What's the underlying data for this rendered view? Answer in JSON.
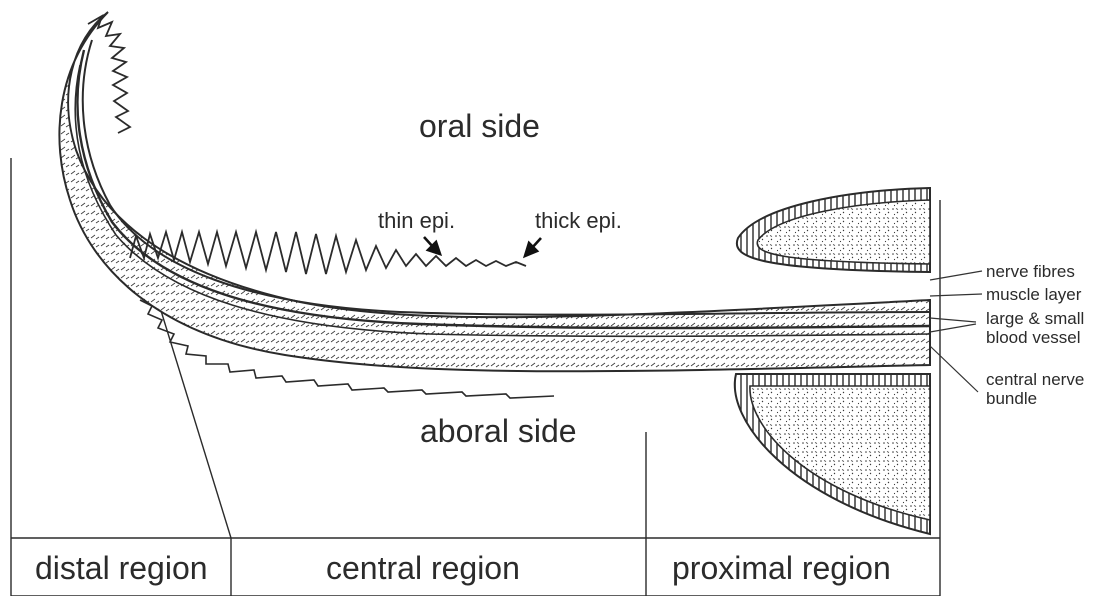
{
  "labels": {
    "oral_side": "oral side",
    "aboral_side": "aboral side",
    "thin_epi": "thin epi.",
    "thick_epi": "thick epi."
  },
  "callouts": [
    "nerve fibres",
    "muscle layer",
    "large & small\nblood vessel",
    "central nerve\nbundle"
  ],
  "regions": [
    "distal region",
    "central region",
    "proximal region"
  ]
}
